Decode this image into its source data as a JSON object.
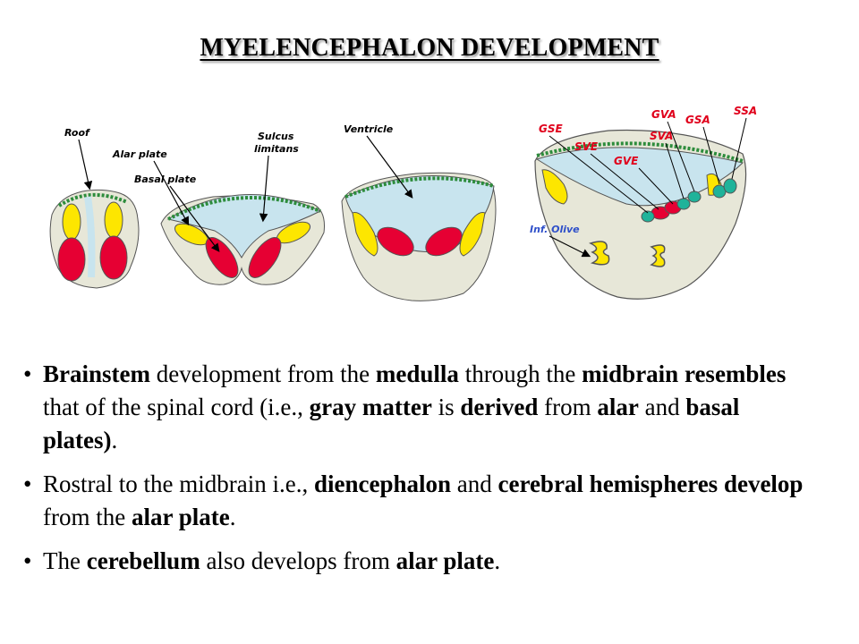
{
  "title": "MYELENCEPHALON DEVELOPMENT",
  "figure": {
    "labels": {
      "roof": "Roof",
      "alar_plate": "Alar plate",
      "basal_plate": "Basal plate",
      "sulcus": "Sulcus",
      "limitans": "limitans",
      "ventricle": "Ventricle",
      "gse": "GSE",
      "gva": "GVA",
      "gsa": "GSA",
      "ssa": "SSA",
      "sve": "SVE",
      "sva": "SVA",
      "gve": "GVE",
      "inf_olive": "Inf. Olive"
    },
    "colors": {
      "alar": "#fde600",
      "basal": "#e60033",
      "ventricle": "#c8e4ee",
      "tissue": "#e7e7d8",
      "roof": "#2d8c3c",
      "sensory_nuclei": "#1fb39a"
    }
  },
  "bullets": [
    {
      "segments": [
        {
          "text": "Brainstem",
          "bold": true
        },
        {
          "text": " development from the ",
          "bold": false
        },
        {
          "text": "medulla",
          "bold": true
        },
        {
          "text": " through the ",
          "bold": false
        },
        {
          "text": "midbrain",
          "bold": true
        },
        {
          "text": " ",
          "bold": false
        },
        {
          "text": "resembles",
          "bold": true
        },
        {
          "text": " that of the spinal cord (i.e., ",
          "bold": false
        },
        {
          "text": "gray matter",
          "bold": true
        },
        {
          "text": " is ",
          "bold": false
        },
        {
          "text": "derived",
          "bold": true
        },
        {
          "text": " from ",
          "bold": false
        },
        {
          "text": "alar",
          "bold": true
        },
        {
          "text": " and ",
          "bold": false
        },
        {
          "text": "basal plates)",
          "bold": true
        },
        {
          "text": ".",
          "bold": false
        }
      ]
    },
    {
      "segments": [
        {
          "text": "Rostral to the midbrain i.e., ",
          "bold": false
        },
        {
          "text": "diencephalon",
          "bold": true
        },
        {
          "text": " and ",
          "bold": false
        },
        {
          "text": "cerebral hemispheres",
          "bold": true
        },
        {
          "text": " ",
          "bold": false
        },
        {
          "text": "develop",
          "bold": true
        },
        {
          "text": " from the ",
          "bold": false
        },
        {
          "text": "alar plate",
          "bold": true
        },
        {
          "text": ".",
          "bold": false
        }
      ]
    },
    {
      "segments": [
        {
          "text": "The ",
          "bold": false
        },
        {
          "text": "cerebellum",
          "bold": true
        },
        {
          "text": " also develops from ",
          "bold": false
        },
        {
          "text": "alar plate",
          "bold": true
        },
        {
          "text": ".",
          "bold": false
        }
      ]
    }
  ]
}
